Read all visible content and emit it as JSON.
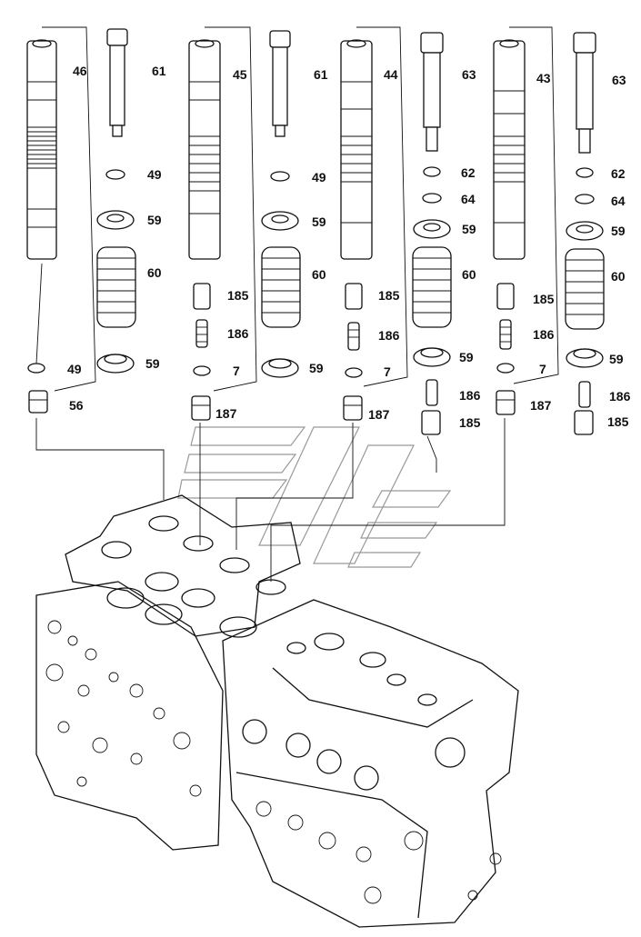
{
  "labels": {
    "c1_spool": "46",
    "c1_rod": "61",
    "c1_oring_a": "49",
    "c1_seat_a": "59",
    "c1_spring": "60",
    "c1_oring_b": "49",
    "c1_seat_b": "59",
    "c1_plug": "56",
    "c2_spool": "45",
    "c2_rod": "61",
    "c2_oring": "49",
    "c2_seat_a": "59",
    "c2_spring": "60",
    "c2_piece": "185",
    "c2_small_spring": "186",
    "c2_oring_b": "7",
    "c2_seat_b": "59",
    "c2_plug": "187",
    "c3_spool": "44",
    "c3_rod": "63",
    "c3_ring62": "62",
    "c3_ring64": "64",
    "c3_seat_a": "59",
    "c3_spring": "60",
    "c3_piece": "185",
    "c3_small_spring": "186",
    "c3_oring_b": "7",
    "c3_seat_b": "59",
    "c3_plug": "187",
    "c3_spring_b": "186",
    "c3_piece_b": "185",
    "c4_spool": "43",
    "c4_rod": "63",
    "c4_ring62": "62",
    "c4_ring64": "64",
    "c4_seat_a": "59",
    "c4_spring": "60",
    "c4_piece": "185",
    "c4_small_spring": "186",
    "c4_oring_b": "7",
    "c4_plug": "187",
    "c4_seat_b": "59",
    "c4_spring_b": "186",
    "c4_piece_b": "185"
  },
  "icons": [
    "spool-icon",
    "rod-icon",
    "spring-icon",
    "seat-icon",
    "oring-icon",
    "plug-icon",
    "valve-body-icon",
    "watermark-logo-icon"
  ]
}
